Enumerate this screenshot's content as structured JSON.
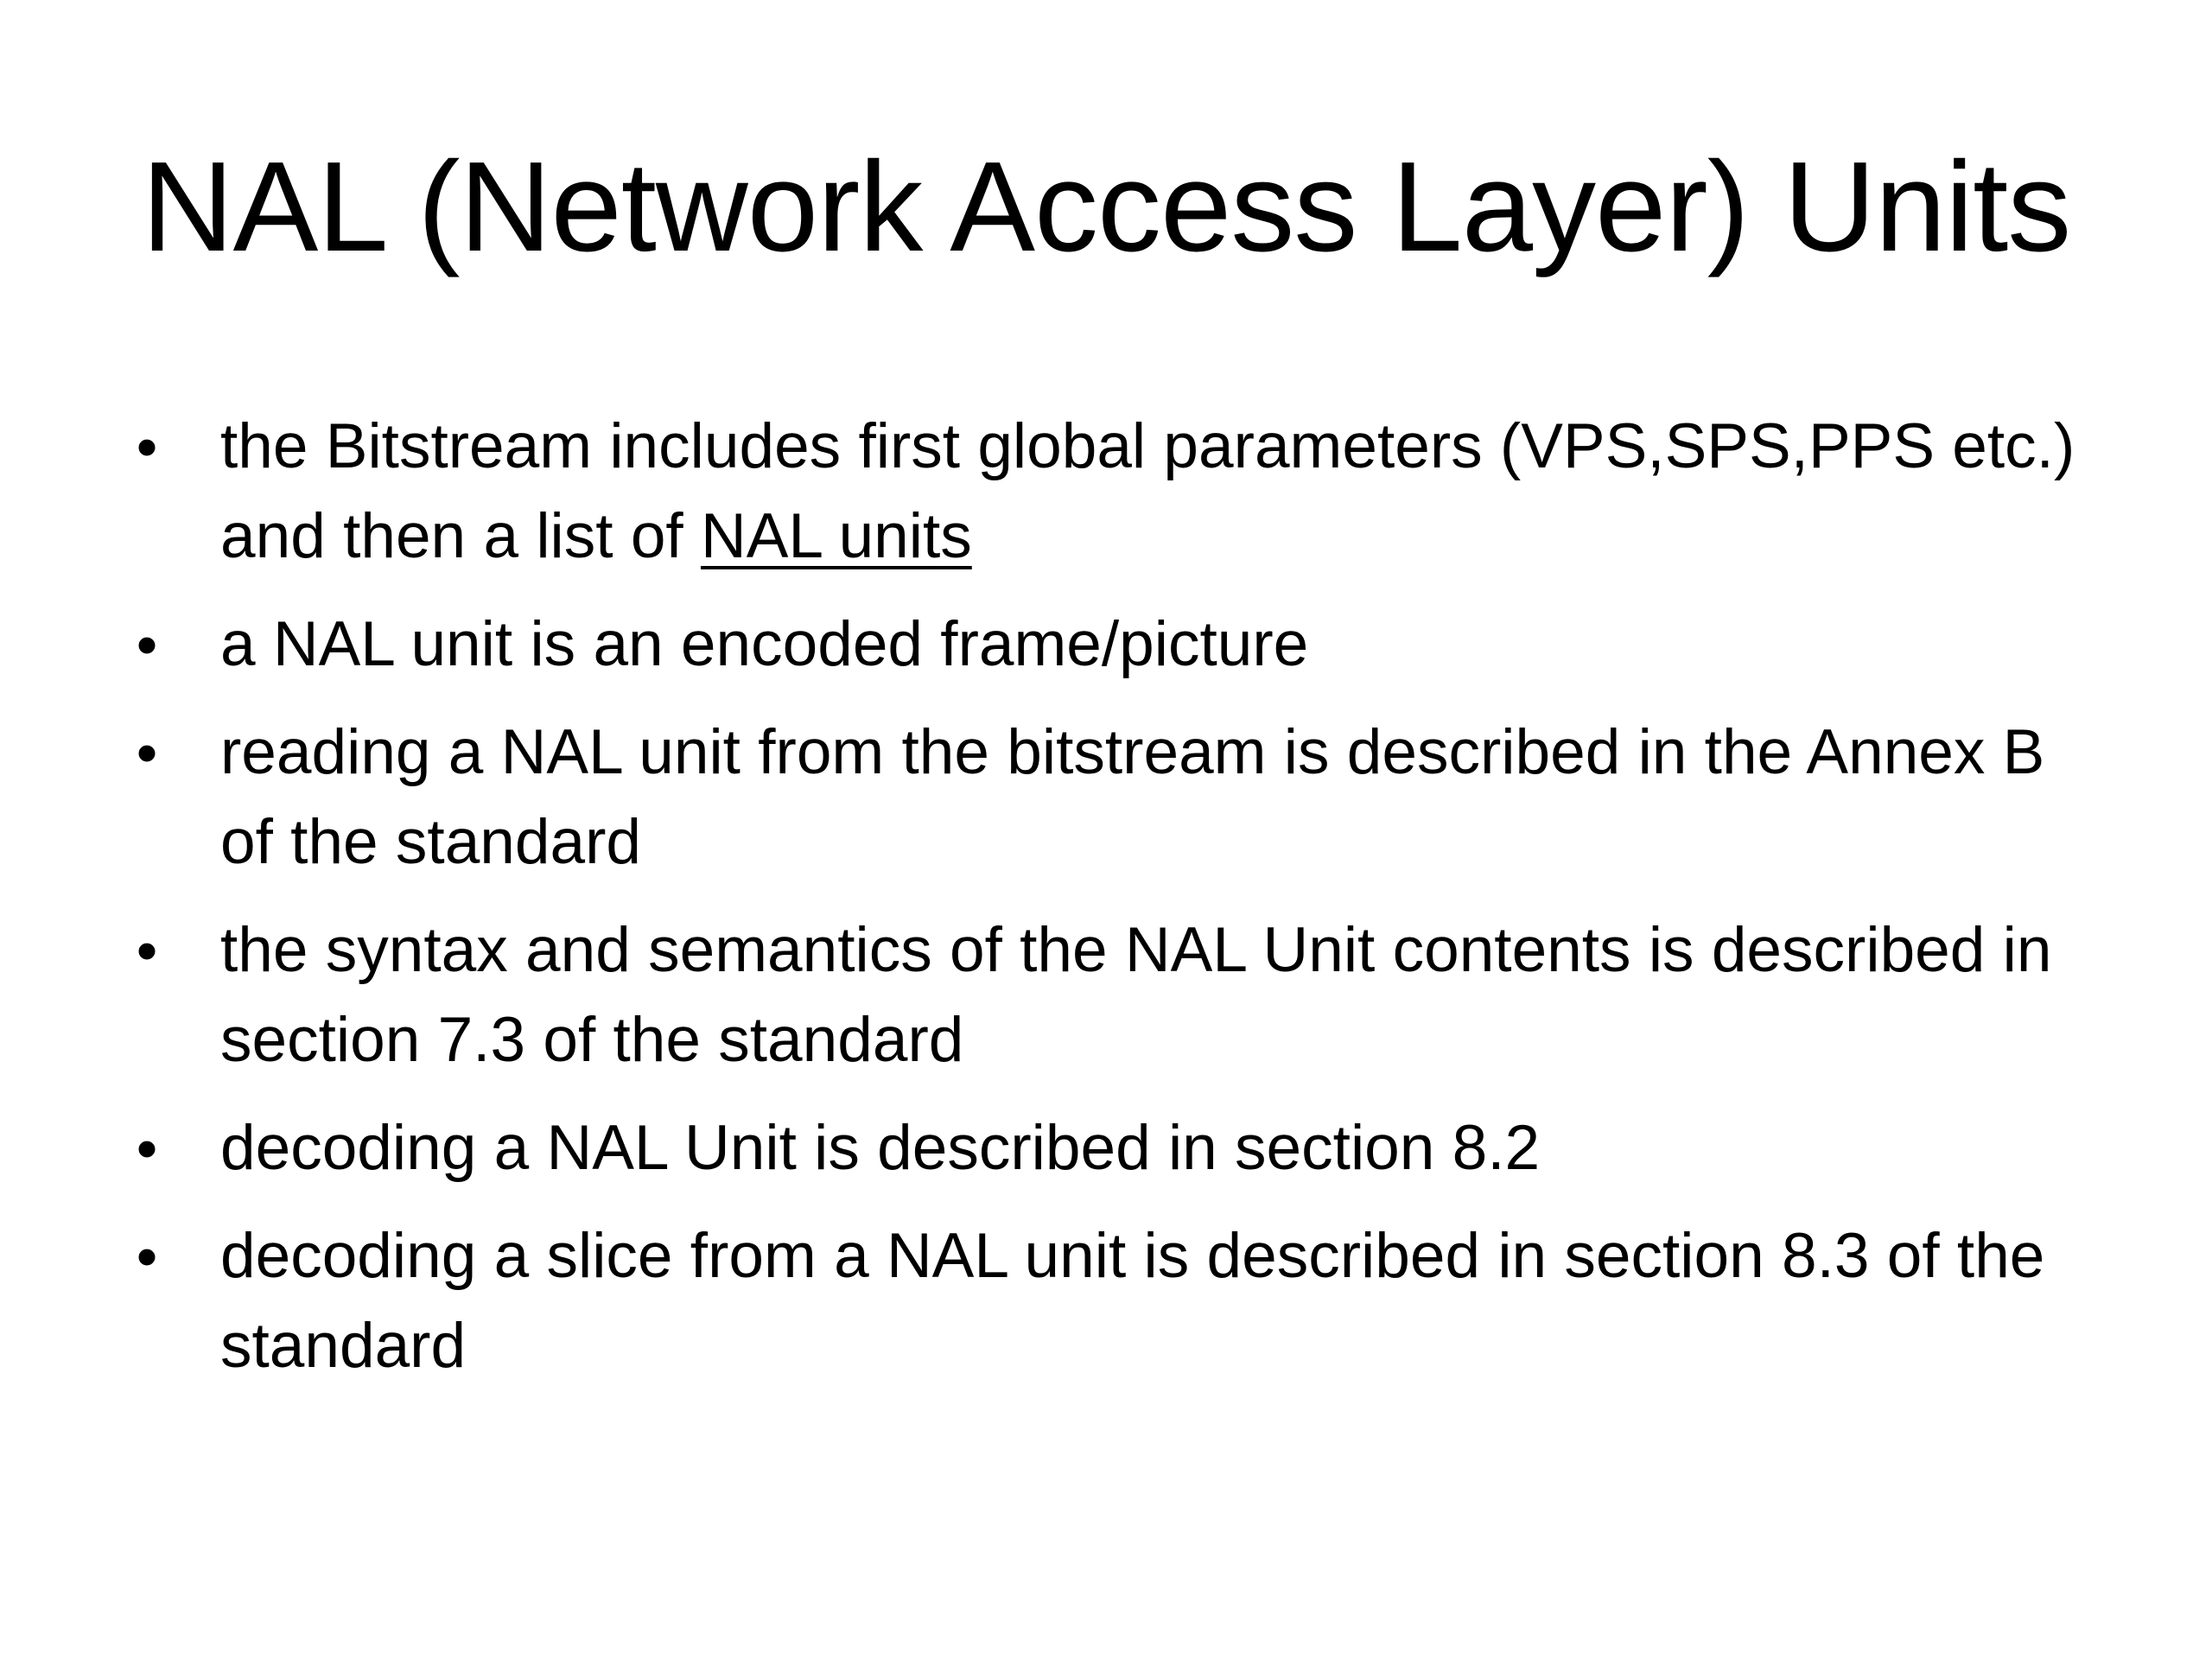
{
  "slide": {
    "title": "NAL (Network Access Layer) Units",
    "bullet_glyph": "•",
    "bullets": [
      {
        "text": "the Bitstream includes first global parameters (VPS,SPS,PPS etc.) and then a list of ",
        "underlined": "NAL units"
      },
      {
        "text": "a NAL unit is an encoded frame/picture"
      },
      {
        "text": "reading a NAL unit from the bitstream is described in the Annex B of the standard"
      },
      {
        "text": "the syntax and semantics of the NAL Unit contents is described in section 7.3 of the standard"
      },
      {
        "text": "decoding a NAL Unit is described in section 8.2"
      },
      {
        "text": "decoding a slice from a NAL unit is described in section 8.3 of the standard"
      }
    ]
  }
}
